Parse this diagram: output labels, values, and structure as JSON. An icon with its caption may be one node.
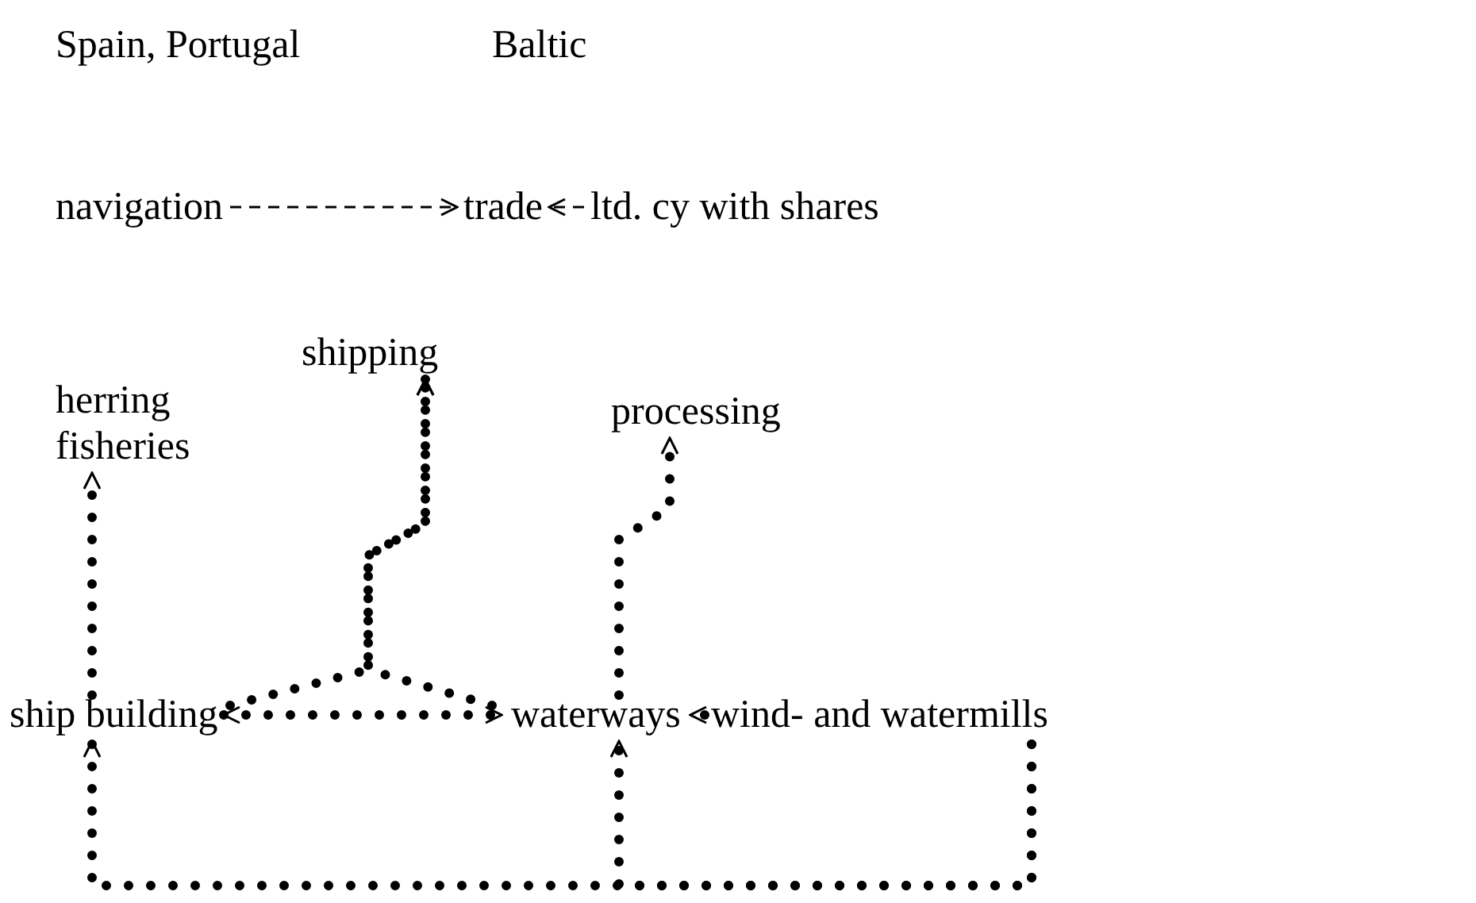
{
  "diagram": {
    "nodes": [
      {
        "text": [
          "Spain, Portugal"
        ]
      },
      {
        "text": [
          "Baltic"
        ]
      },
      {
        "text": [
          "navigation"
        ]
      },
      {
        "text": [
          "trade"
        ]
      },
      {
        "text": [
          "ltd. cy with shares"
        ]
      },
      {
        "text": [
          "shipping"
        ]
      },
      {
        "text": [
          "herring fisheries"
        ]
      },
      {
        "text": [
          "processing"
        ]
      },
      {
        "text": [
          "ship building"
        ]
      },
      {
        "text": [
          "waterways"
        ]
      },
      {
        "text": [
          "wind- and watermills"
        ]
      }
    ],
    "edges": [
      {
        "from": 2,
        "to": 3,
        "arrow": "to",
        "style": "dashed"
      },
      {
        "from": 4,
        "to": 3,
        "arrow": "to",
        "style": "dashed"
      },
      {
        "from": 8,
        "to": 6,
        "arrow": "to"
      },
      {
        "from": 8,
        "to": 9,
        "arrow": "both"
      },
      {
        "from": 8,
        "to": 5,
        "arrow": "to"
      },
      {
        "from": 9,
        "to": 5,
        "arrow": "to"
      },
      {
        "from": 9,
        "to": 7,
        "arrow": "to"
      },
      {
        "from": 10,
        "to": 9,
        "arrow": "to"
      },
      {
        "from": 10,
        "to": 8,
        "arrow": "to"
      },
      {
        "from": 10,
        "to": 9,
        "arrow": "to"
      }
    ]
  }
}
